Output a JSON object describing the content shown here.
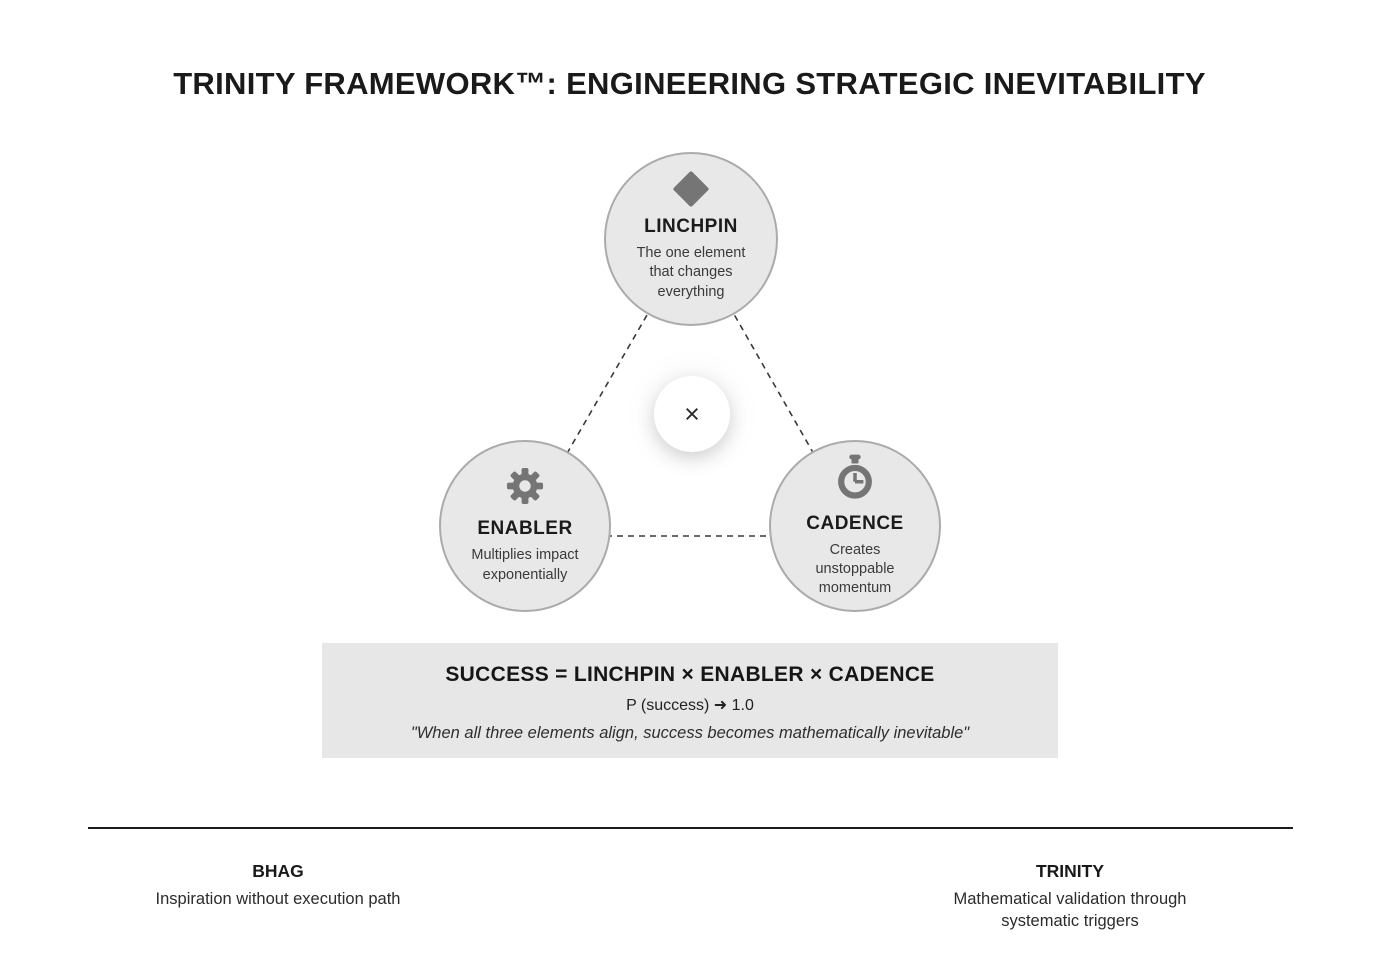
{
  "title": "TRINITY FRAMEWORK™: ENGINEERING STRATEGIC INEVITABILITY",
  "nodes": {
    "linchpin": {
      "label": "LINCHPIN",
      "description": "The one element that changes everything",
      "icon": "diamond-icon"
    },
    "enabler": {
      "label": "ENABLER",
      "description": "Multiplies impact exponentially",
      "icon": "gear-icon"
    },
    "cadence": {
      "label": "CADENCE",
      "description": "Creates unstoppable momentum",
      "icon": "stopwatch-icon"
    }
  },
  "operator": "×",
  "formula": {
    "equation": "SUCCESS = LINCHPIN × ENABLER × CADENCE",
    "probability": "P (success) ➜ 1.0",
    "quote": "\"When all three elements align, success becomes mathematically inevitable\""
  },
  "footer": {
    "left": {
      "title": "BHAG",
      "description": "Inspiration without execution path"
    },
    "right": {
      "title": "TRINITY",
      "description": "Mathematical validation through systematic triggers"
    }
  },
  "colors": {
    "circle_fill": "#e8e8e8",
    "circle_border": "#ababab",
    "icon_gray": "#757575",
    "formula_box_bg": "#e7e7e7",
    "text_dark": "#1d1d1d"
  }
}
